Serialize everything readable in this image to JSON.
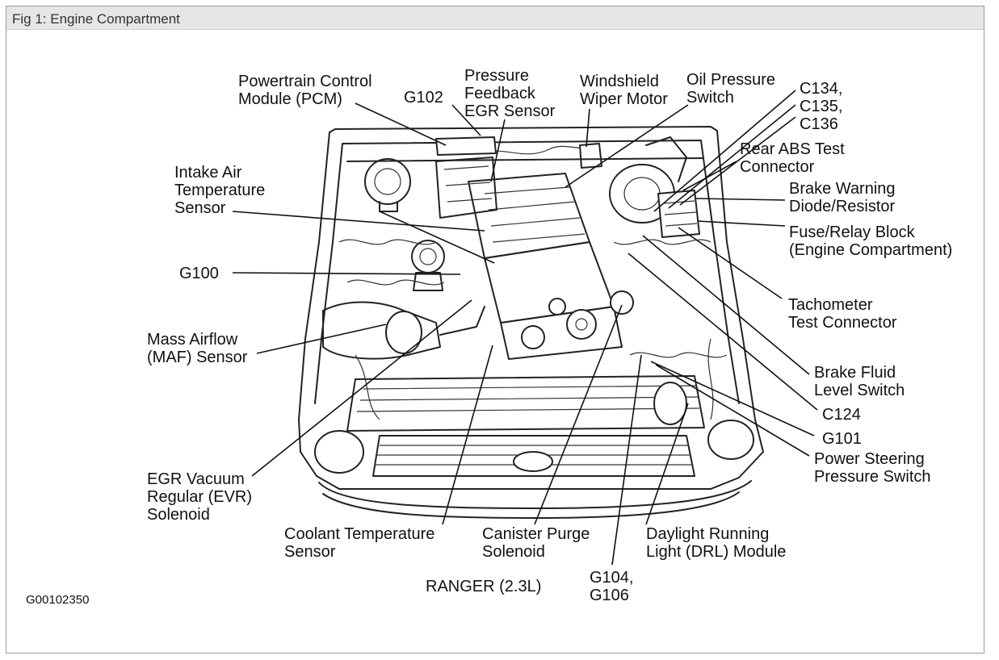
{
  "figure": {
    "title": "Fig 1: Engine Compartment",
    "caption": "RANGER (2.3L)",
    "image_id": "G00102350"
  },
  "labels": {
    "pcm": [
      "Powertrain Control",
      "Module (PCM)"
    ],
    "g102": [
      "G102"
    ],
    "pressure_feedback_egr": [
      "Pressure",
      "Feedback",
      "EGR Sensor"
    ],
    "windshield_wiper": [
      "Windshield",
      "Wiper Motor"
    ],
    "oil_pressure": [
      "Oil Pressure",
      "Switch"
    ],
    "c134": [
      "C134,",
      "C135,",
      "C136"
    ],
    "rear_abs": [
      "Rear ABS Test",
      "Connector"
    ],
    "brake_warning": [
      "Brake Warning",
      "Diode/Resistor"
    ],
    "fuse_relay": [
      "Fuse/Relay Block",
      "(Engine Compartment)"
    ],
    "intake_air": [
      "Intake Air",
      "Temperature",
      "Sensor"
    ],
    "g100": [
      "G100"
    ],
    "tachometer": [
      "Tachometer",
      "Test Connector"
    ],
    "maf": [
      "Mass Airflow",
      "(MAF) Sensor"
    ],
    "brake_fluid": [
      "Brake Fluid",
      "Level Switch"
    ],
    "c124": [
      "C124"
    ],
    "g101": [
      "G101"
    ],
    "power_steering": [
      "Power Steering",
      "Pressure Switch"
    ],
    "egr_vacuum": [
      "EGR Vacuum",
      "Regular (EVR)",
      "Solenoid"
    ],
    "coolant_temp": [
      "Coolant Temperature",
      "Sensor"
    ],
    "canister_purge": [
      "Canister Purge",
      "Solenoid"
    ],
    "drl": [
      "Daylight Running",
      "Light (DRL) Module"
    ],
    "g104": [
      "G104,",
      "G106"
    ]
  }
}
